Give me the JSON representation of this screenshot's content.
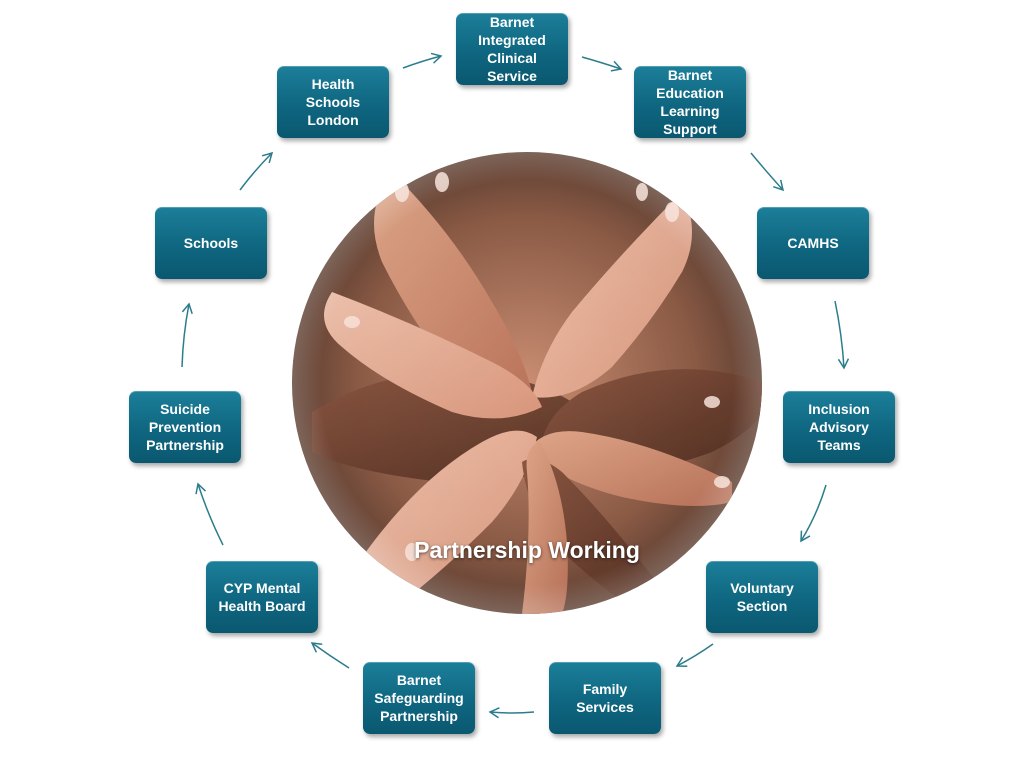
{
  "center": {
    "title": "Partnership Working"
  },
  "nodes": [
    {
      "id": "barnet-integrated-clinical-service",
      "label": "Barnet\nIntegrated\nClinical\nService"
    },
    {
      "id": "barnet-education-learning-support",
      "label": "Barnet\nEducation\nLearning\nSupport"
    },
    {
      "id": "camhs",
      "label": "CAMHS"
    },
    {
      "id": "inclusion-advisory-teams",
      "label": "Inclusion\nAdvisory\nTeams"
    },
    {
      "id": "voluntary-section",
      "label": "Voluntary\nSection"
    },
    {
      "id": "family-services",
      "label": "Family\nServices"
    },
    {
      "id": "barnet-safeguarding-partnership",
      "label": "Barnet\nSafeguarding\nPartnership"
    },
    {
      "id": "cyp-mental-health-board",
      "label": "CYP Mental\nHealth Board"
    },
    {
      "id": "suicide-prevention-partnership",
      "label": "Suicide\nPrevention\nPartnership"
    },
    {
      "id": "schools",
      "label": "Schools"
    },
    {
      "id": "health-schools-london",
      "label": "Health\nSchools\nLondon"
    }
  ],
  "colors": {
    "node_fill": "#0f6680",
    "node_text": "#ffffff",
    "arrow": "#2b7d8c"
  },
  "center_image": "hands-stacked-together-photo"
}
